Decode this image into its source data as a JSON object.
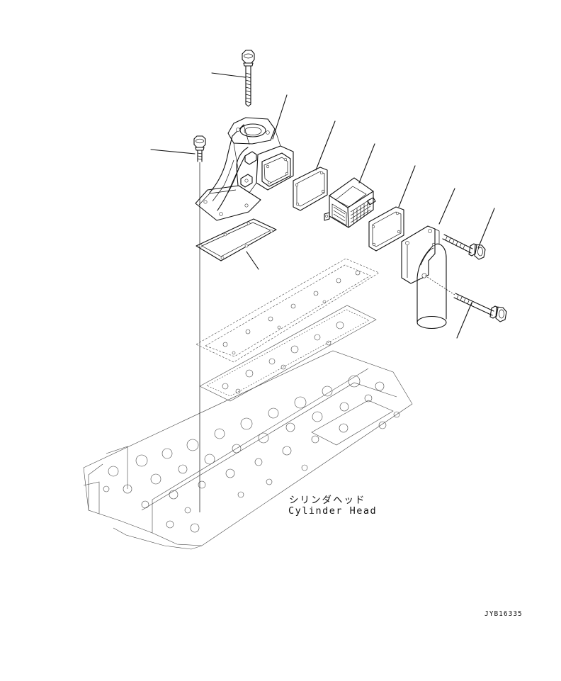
{
  "figure": {
    "callout_japanese": "シリンダヘッド",
    "callout_english": "Cylinder Head",
    "drawing_code": "JYB16335"
  }
}
